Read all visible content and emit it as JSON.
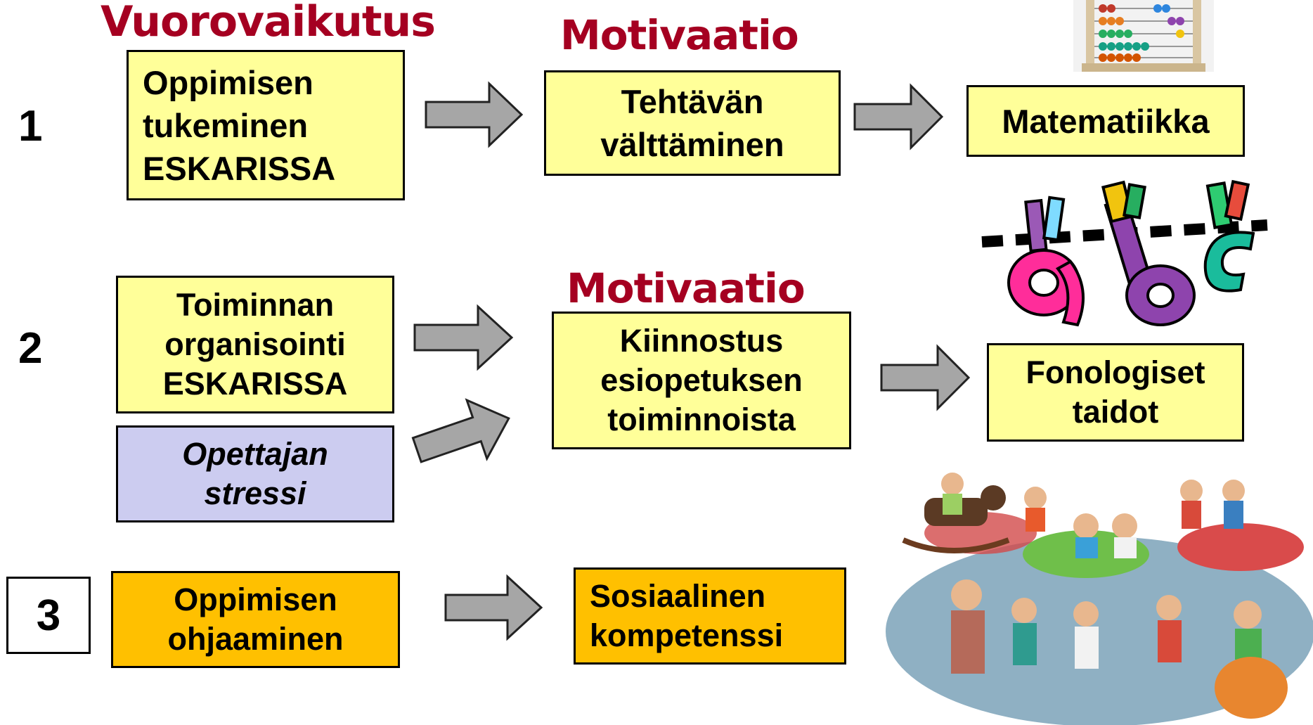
{
  "headers": {
    "vuorovaikutus": "Vuorovaikutus",
    "motivaatio_1": "Motivaatio",
    "motivaatio_2": "Motivaatio"
  },
  "rows": {
    "row1": {
      "number": "1",
      "source_lines": [
        "Oppimisen",
        "tukeminen",
        "ESKARISSA"
      ],
      "middle_lines": [
        "Tehtävän",
        "välttäminen"
      ],
      "outcome": "Matematiikka"
    },
    "row2": {
      "number": "2",
      "source_lines": [
        "Toiminnan",
        "organisointi",
        "ESKARISSA"
      ],
      "stress_lines": [
        "Opettajan",
        "stressi"
      ],
      "middle_lines": [
        "Kiinnostus",
        "esiopetuksen",
        "toiminnoista"
      ],
      "outcome_lines": [
        "Fonologiset",
        "taidot"
      ]
    },
    "row3": {
      "number": "3",
      "source_lines": [
        "Oppimisen",
        "ohjaaminen"
      ],
      "outcome_lines": [
        "Sosiaalinen",
        "kompetenssi"
      ]
    }
  },
  "colors": {
    "header_red": "#a50021",
    "box_yellow": "#ffff99",
    "box_lavender": "#ccccf0",
    "box_orange": "#ffc000",
    "arrow_gray": "#a6a6a6"
  },
  "icons": [
    "abacus-image",
    "abc-letters-image",
    "children-playground-image"
  ]
}
